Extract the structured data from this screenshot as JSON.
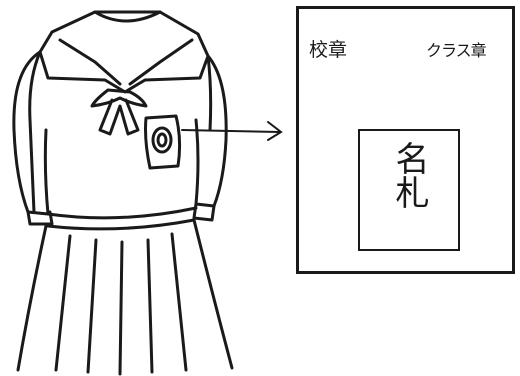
{
  "diagram": {
    "badge_box": {
      "school_badge_label": "校章",
      "class_badge_label": "クラス章",
      "nameplate_label": "名札"
    }
  }
}
